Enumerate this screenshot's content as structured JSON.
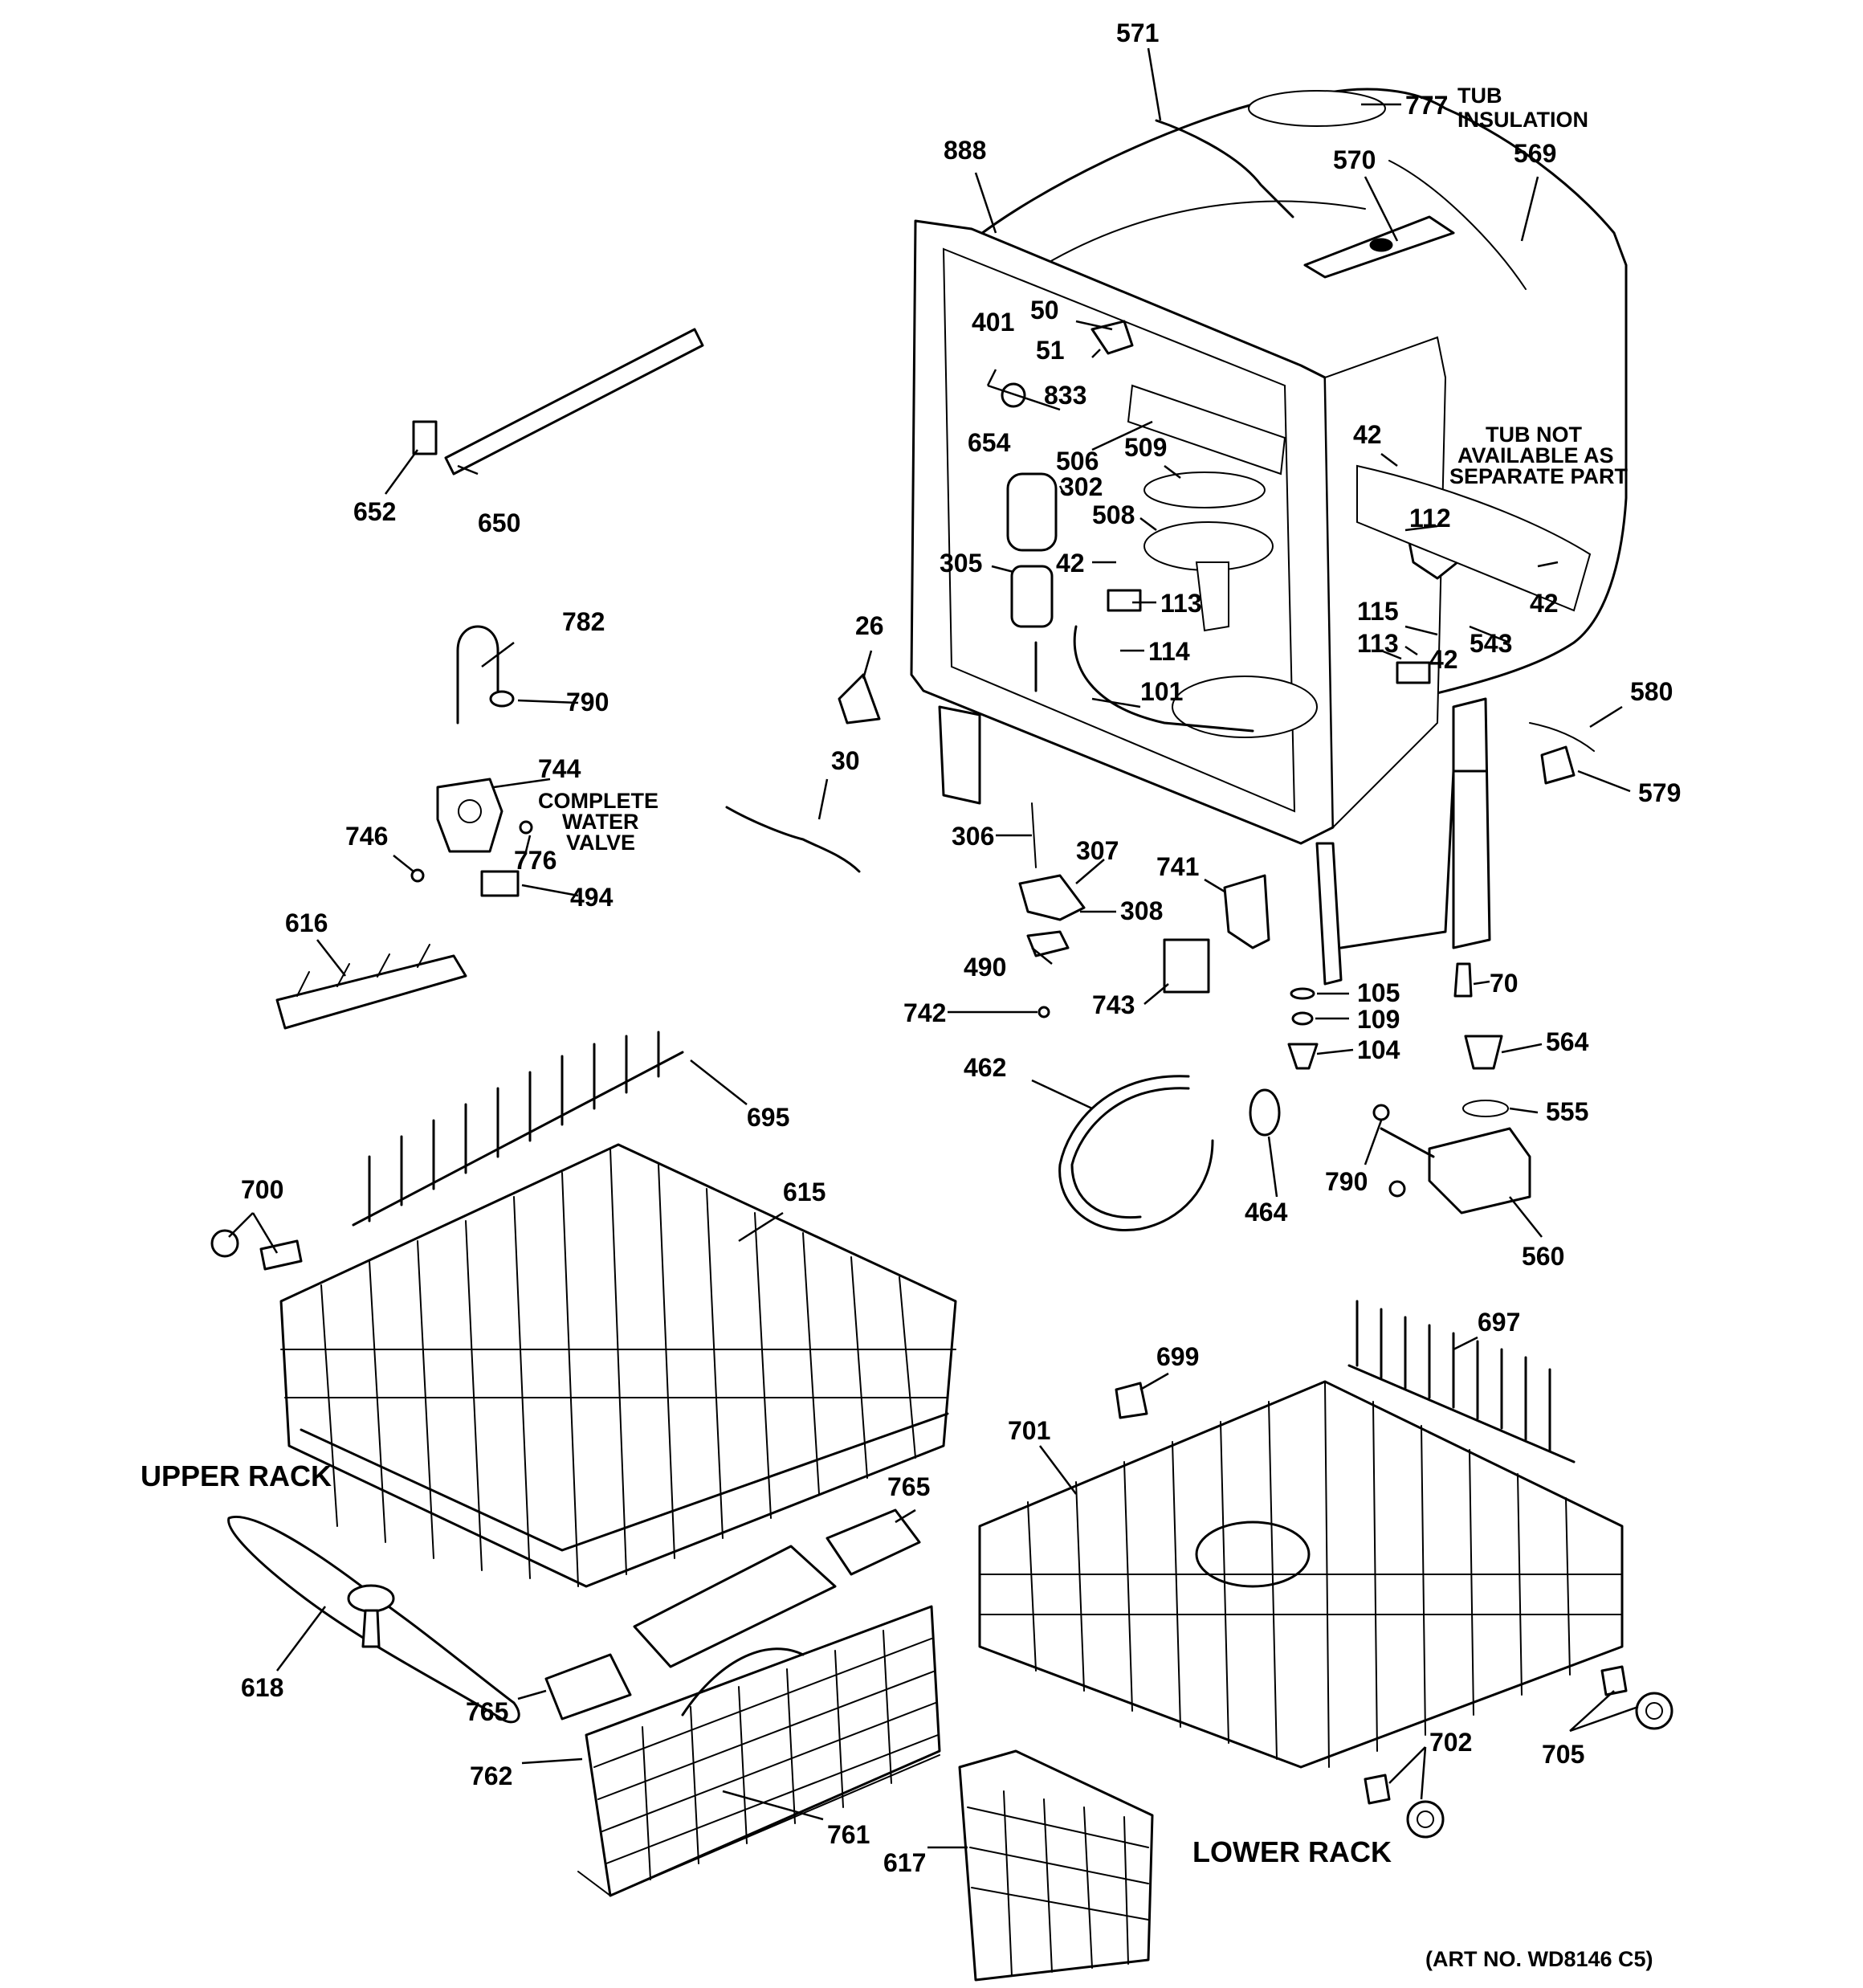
{
  "labels": {
    "p571": "571",
    "p777": "777",
    "p888": "888",
    "p570": "570",
    "p569": "569",
    "p401": "401",
    "p50": "50",
    "p51": "51",
    "p833": "833",
    "p654": "654",
    "p506": "506",
    "p509": "509",
    "p302": "302",
    "p508": "508",
    "p305": "305",
    "p42a": "42",
    "p42b": "42",
    "p42c": "42",
    "p42d": "42",
    "p112": "112",
    "p113a": "113",
    "p113b": "113",
    "p114": "114",
    "p115": "115",
    "p543": "543",
    "p101": "101",
    "p652": "652",
    "p650": "650",
    "p782": "782",
    "p790a": "790",
    "p790b": "790",
    "p744": "744",
    "p746": "746",
    "p776": "776",
    "p494": "494",
    "p26": "26",
    "p30": "30",
    "p580": "580",
    "p579": "579",
    "p306": "306",
    "p307": "307",
    "p308": "308",
    "p741": "741",
    "p490": "490",
    "p70": "70",
    "p105": "105",
    "p109": "109",
    "p104": "104",
    "p743": "743",
    "p742": "742",
    "p564": "564",
    "p555": "555",
    "p462": "462",
    "p464": "464",
    "p560": "560",
    "p616": "616",
    "p695": "695",
    "p700": "700",
    "p615": "615",
    "p699": "699",
    "p697": "697",
    "p701": "701",
    "p765a": "765",
    "p765b": "765",
    "p618": "618",
    "p762": "762",
    "p761": "761",
    "p617": "617",
    "p702": "702",
    "p705": "705"
  },
  "notes": {
    "tub_insulation_1": "TUB",
    "tub_insulation_2": "INSULATION",
    "tub_not_1": "TUB NOT",
    "tub_not_2": "AVAILABLE AS",
    "tub_not_3": "SEPARATE PART",
    "valve_1": "COMPLETE",
    "valve_2": "WATER",
    "valve_3": "VALVE"
  },
  "sections": {
    "upper_rack": "UPPER RACK",
    "lower_rack": "LOWER RACK"
  },
  "art_number": "(ART NO. WD8146 C5)"
}
